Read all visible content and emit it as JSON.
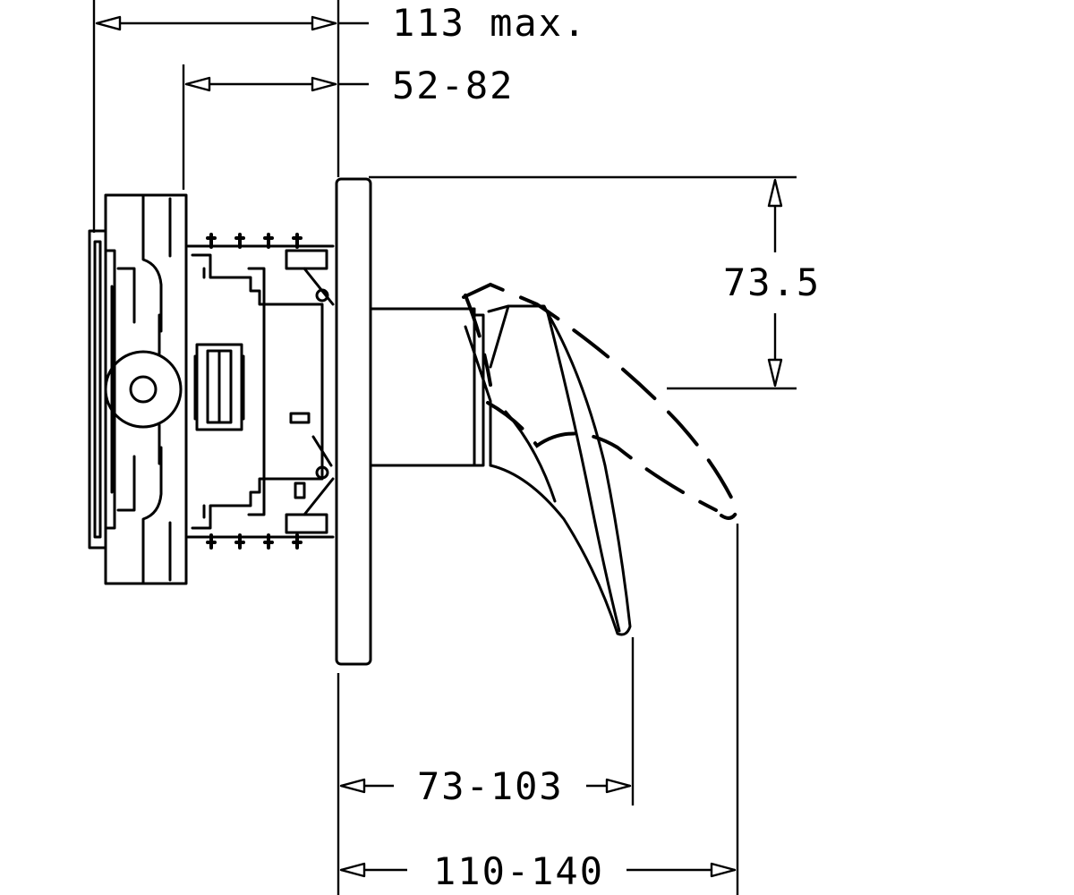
{
  "dimensions": {
    "overall_depth_max": "113 max.",
    "installation_depth_range": "52-82",
    "handle_height": "73.5",
    "handle_projection_range": "73-103",
    "total_projection_range": "110-140"
  }
}
